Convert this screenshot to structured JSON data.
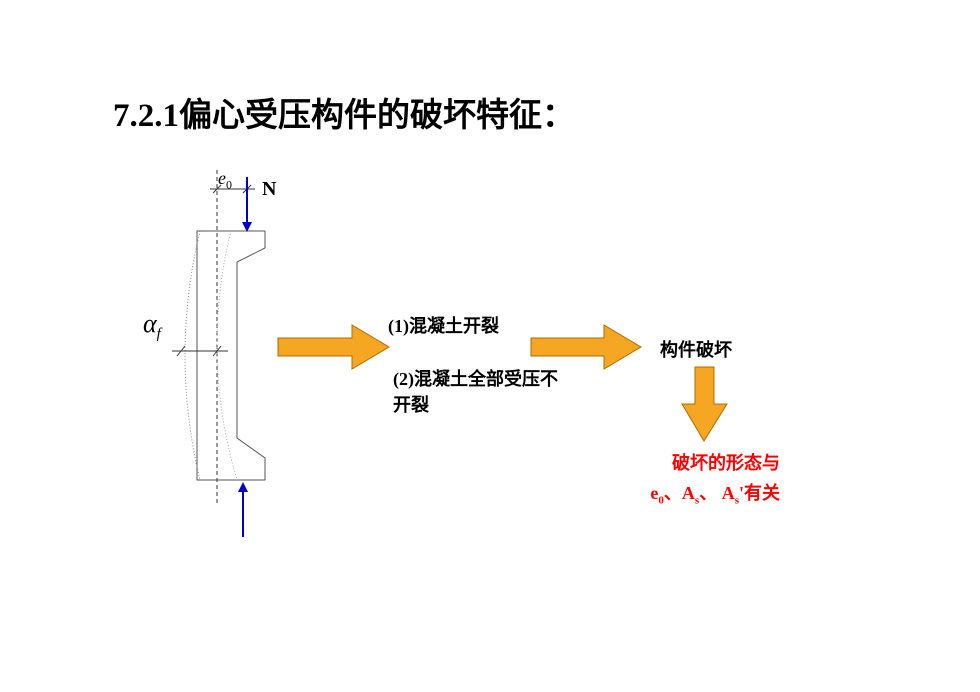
{
  "title": "7.2.1偏心受压构件的破坏特征：",
  "diagram": {
    "force_label": "N",
    "eccentricity_label": "e",
    "eccentricity_sub": "0",
    "deflection_label": "α",
    "deflection_sub": "f",
    "step1": "(1)混凝土开裂",
    "step2": "(2)混凝土全部受压不开裂",
    "result": "构件破坏",
    "note_line1": "破坏的形态与",
    "note_e": "e",
    "note_e_sub": "0",
    "note_sep1": "、A",
    "note_as_sub": "s",
    "note_sep2": "、 A",
    "note_as2_sub": "s",
    "note_tail": "'有关"
  },
  "colors": {
    "arrow_fill": "#f5a623",
    "force_arrow": "#0000cc",
    "note_text": "#ff0000"
  }
}
